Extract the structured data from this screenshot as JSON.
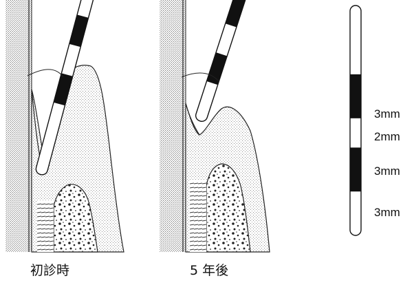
{
  "panels": [
    {
      "caption": "初診時"
    },
    {
      "caption": "5 年後"
    }
  ],
  "probe_scale": {
    "segments": [
      {
        "label": "3mm",
        "fill": "black"
      },
      {
        "label": "2mm",
        "fill": "white"
      },
      {
        "label": "3mm",
        "fill": "black"
      },
      {
        "label": "3mm",
        "fill": "white"
      }
    ]
  },
  "colors": {
    "ink": "#111111",
    "tissue_stipple": "#9a9a9a",
    "background": "#ffffff"
  }
}
